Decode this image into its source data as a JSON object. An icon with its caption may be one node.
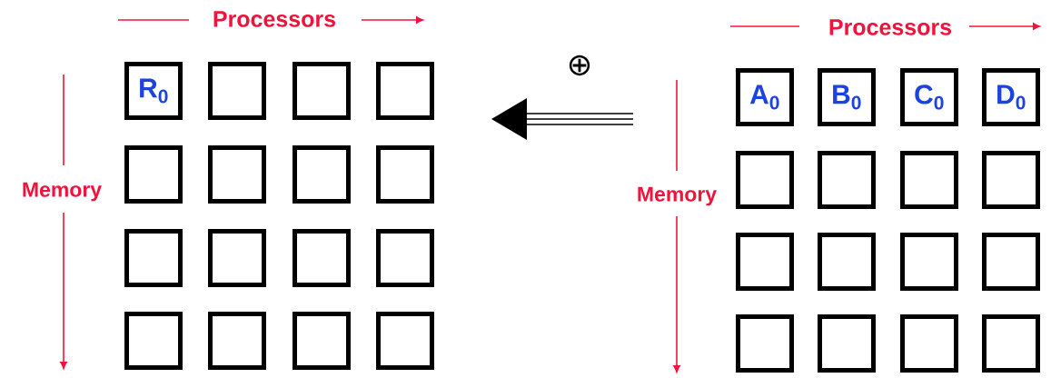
{
  "diagram": {
    "nodes": [
      {
        "text": [
          "R$_{0}$"
        ]
      },
      {
        "text": [],
        "shape": "box"
      },
      {
        "text": [],
        "shape": "box"
      },
      {
        "text": [],
        "shape": "box"
      },
      {
        "text": [],
        "shape": "box"
      },
      {
        "text": [],
        "shape": "box"
      },
      {
        "text": [],
        "shape": "box"
      },
      {
        "text": [],
        "shape": "box"
      },
      {
        "text": [],
        "shape": "box"
      },
      {
        "text": [],
        "shape": "box"
      },
      {
        "text": [],
        "shape": "box"
      },
      {
        "text": [],
        "shape": "box"
      },
      {
        "text": [],
        "shape": "box"
      },
      {
        "text": [],
        "shape": "box"
      },
      {
        "text": [],
        "shape": "box"
      },
      {
        "text": [],
        "shape": "box"
      },
      {
        "text": [
          "A$_{0}$"
        ]
      },
      {
        "text": [
          "B$_{0}$"
        ]
      },
      {
        "text": [
          "C$_{0}$"
        ]
      },
      {
        "text": [
          "D$_{0}$"
        ]
      },
      {
        "text": [],
        "shape": "box"
      },
      {
        "text": [],
        "shape": "box"
      },
      {
        "text": [],
        "shape": "box"
      },
      {
        "text": [],
        "shape": "box"
      },
      {
        "text": [],
        "shape": "box"
      },
      {
        "text": [],
        "shape": "box"
      },
      {
        "text": [],
        "shape": "box"
      },
      {
        "text": [],
        "shape": "box"
      },
      {
        "text": [],
        "shape": "box"
      },
      {
        "text": [],
        "shape": "box"
      },
      {
        "text": [],
        "shape": "box"
      },
      {
        "text": [],
        "shape": "box"
      }
    ],
    "labels": [
      "Processors",
      "Memory",
      "⊕",
      "Processors",
      "Memory"
    ]
  }
}
